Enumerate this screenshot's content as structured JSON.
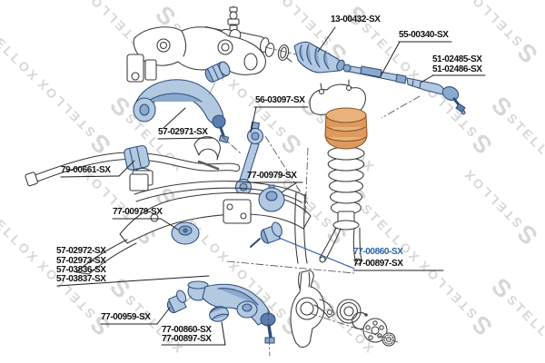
{
  "watermark": {
    "brand": "STELLOX",
    "logo_glyph": "S"
  },
  "colors": {
    "highlight_blue": "#b3c9e2",
    "highlight_blue_medium": "#8aa9cc",
    "highlight_blue_dark": "#5b7db0",
    "outline_navy": "#2e4d79",
    "highlight_orange": "#dd9a5f",
    "highlight_orange_light": "#e9b27b",
    "orange_outline": "#8a5526",
    "link_blue": "#2b62a8"
  },
  "labels": [
    {
      "id": "tie-rod-boot",
      "text": "13-00432-SX"
    },
    {
      "id": "inner-tie-rod",
      "text": "55-00340-SX"
    },
    {
      "id": "tie-rod-end-a",
      "text": "51-02485-SX"
    },
    {
      "id": "tie-rod-end-b",
      "text": "51-02486-SX"
    },
    {
      "id": "stabilizer-link",
      "text": "56-03097-SX"
    },
    {
      "id": "upper-control-arm",
      "text": "57-02971-SX"
    },
    {
      "id": "stabilizer-bushing",
      "text": "79-00661-SX"
    },
    {
      "id": "subframe-bushing-right",
      "text": "77-00979-SX"
    },
    {
      "id": "subframe-bushing-left",
      "text": "77-00979-SX"
    },
    {
      "id": "lower-arm-option-1",
      "text": "57-02972-SX"
    },
    {
      "id": "lower-arm-option-2",
      "text": "57-02973-SX"
    },
    {
      "id": "lower-arm-option-3",
      "text": "57-03836-SX"
    },
    {
      "id": "lower-arm-option-4",
      "text": "57-03837-SX"
    },
    {
      "id": "arm-bushing",
      "text": "77-00959-SX"
    },
    {
      "id": "bump-stop-highlighted",
      "text": "77-00860-SX",
      "link": true
    },
    {
      "id": "bump-stop-alt-right",
      "text": "77-00897-SX"
    },
    {
      "id": "bump-stop-bottom-1",
      "text": "77-00860-SX"
    },
    {
      "id": "bump-stop-bottom-2",
      "text": "77-00897-SX"
    }
  ]
}
